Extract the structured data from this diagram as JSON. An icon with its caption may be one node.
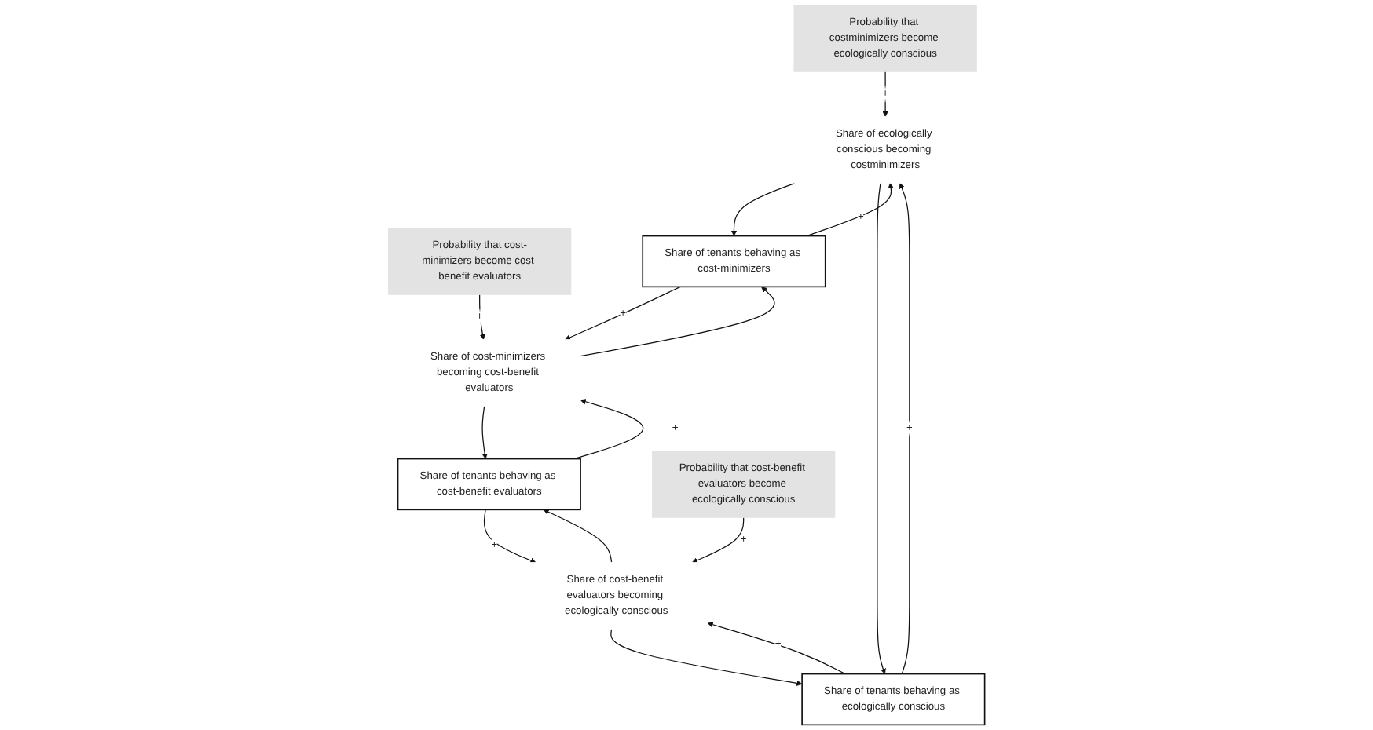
{
  "diagram": {
    "nodes": [
      {
        "text": [
          "Share of ecologically conscious becoming costminimizers"
        ]
      },
      {
        "text": [
          "Probability that costminimizers become ecologically conscious"
        ]
      },
      {
        "text": [
          "Share of tenants behaving as cost-minimizers"
        ]
      },
      {
        "text": [
          "Share of tenants behaving as cost-benefit evaluators"
        ]
      },
      {
        "text": [
          "Share of tenants behaving as ecologically conscious"
        ]
      },
      {
        "text": [
          "Share of cost-minimizers becoming cost-benefit evaluators"
        ]
      },
      {
        "text": [
          "Share of cost-benefit evaluators becoming ecologically conscious"
        ]
      },
      {
        "text": [
          "Probability that cost-minimizers become cost-benefit evaluators"
        ]
      },
      {
        "text": [
          "Probability that cost-benefit evaluators become ecologically conscious"
        ]
      }
    ],
    "edges": [
      {
        "from": 0,
        "to": 2,
        "arrow": "to"
      },
      {
        "from": 0,
        "to": 4,
        "arrow": "to"
      },
      {
        "from": 2,
        "to": 0,
        "arrow": "to",
        "label": "+"
      },
      {
        "from": 4,
        "to": 0,
        "arrow": "to",
        "label": "+"
      },
      {
        "from": 1,
        "to": 0,
        "arrow": "to",
        "label": "+"
      },
      {
        "from": 5,
        "to": 2,
        "arrow": "to"
      },
      {
        "from": 5,
        "to": 3,
        "arrow": "to"
      },
      {
        "from": 2,
        "to": 5,
        "arrow": "to",
        "label": "+"
      },
      {
        "from": 3,
        "to": 5,
        "arrow": "to",
        "label": "+"
      },
      {
        "from": 7,
        "to": 5,
        "arrow": "to",
        "label": "+"
      },
      {
        "from": 6,
        "to": 3,
        "arrow": "to"
      },
      {
        "from": 6,
        "to": 4,
        "arrow": "to"
      },
      {
        "from": 3,
        "to": 6,
        "arrow": "to",
        "label": "+"
      },
      {
        "from": 4,
        "to": 6,
        "arrow": "to",
        "label": "+"
      },
      {
        "from": 8,
        "to": 6,
        "arrow": "to",
        "label": "+"
      }
    ]
  }
}
